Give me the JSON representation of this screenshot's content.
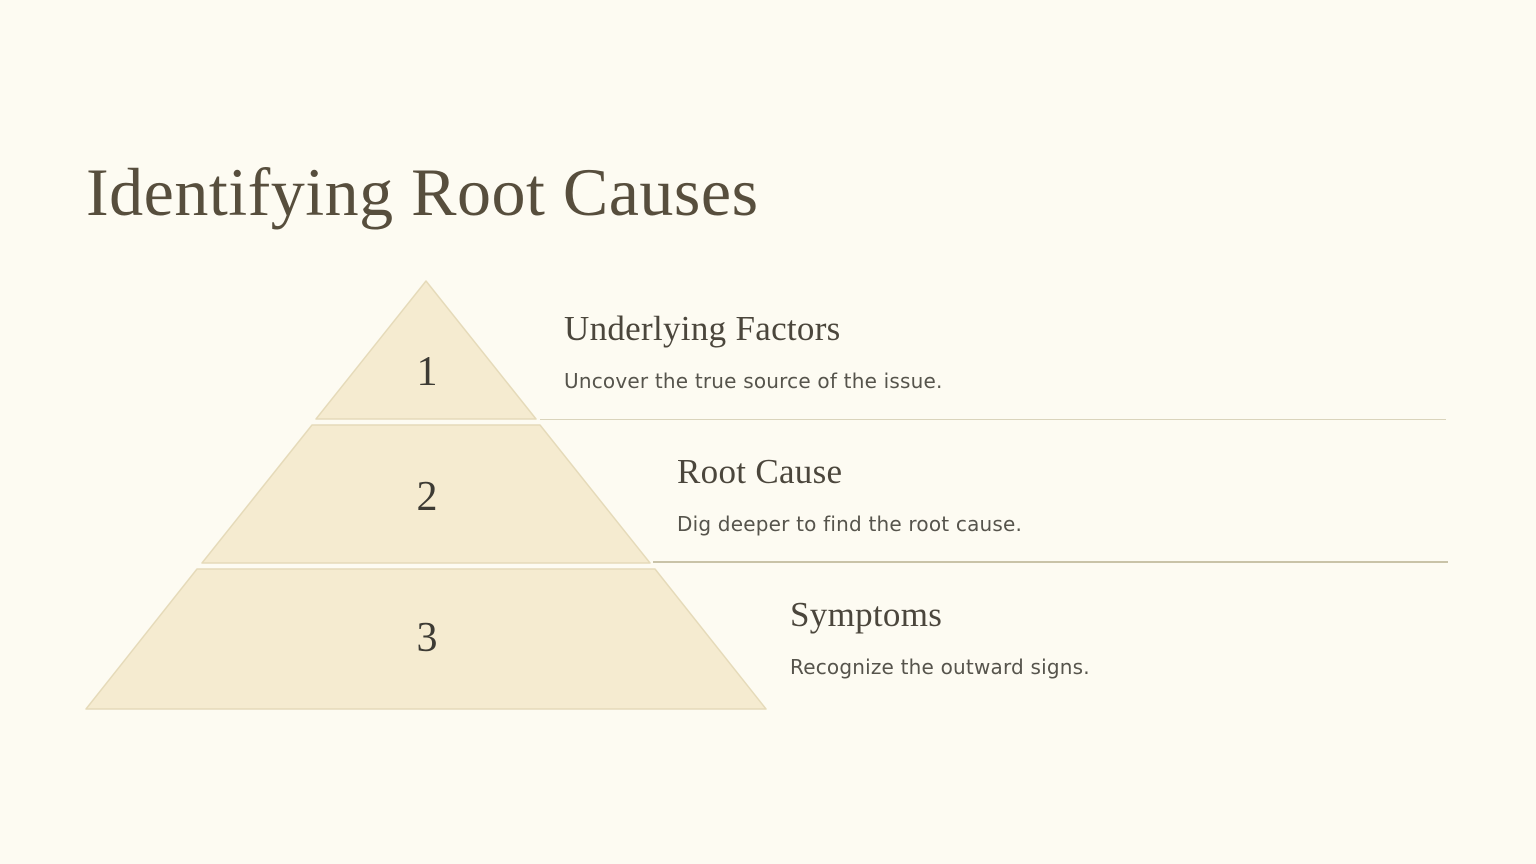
{
  "slide": {
    "title": "Identifying Root Causes",
    "items": [
      {
        "number": "1",
        "heading": "Underlying Factors",
        "description": "Uncover the true source of the issue."
      },
      {
        "number": "2",
        "heading": "Root Cause",
        "description": "Dig deeper to find the root cause."
      },
      {
        "number": "3",
        "heading": "Symptoms",
        "description": "Recognize the outward signs."
      }
    ],
    "colors": {
      "background": "#fdfbf2",
      "pyramid_fill": "#f5ebd0",
      "pyramid_stroke": "#e5dab9",
      "title_text": "#574e3d",
      "heading_text": "#4b463c",
      "body_text": "#56544c",
      "number_text": "#3d3b34",
      "divider_light": "#dad4bc",
      "divider_dark": "#c9c3a8"
    }
  }
}
